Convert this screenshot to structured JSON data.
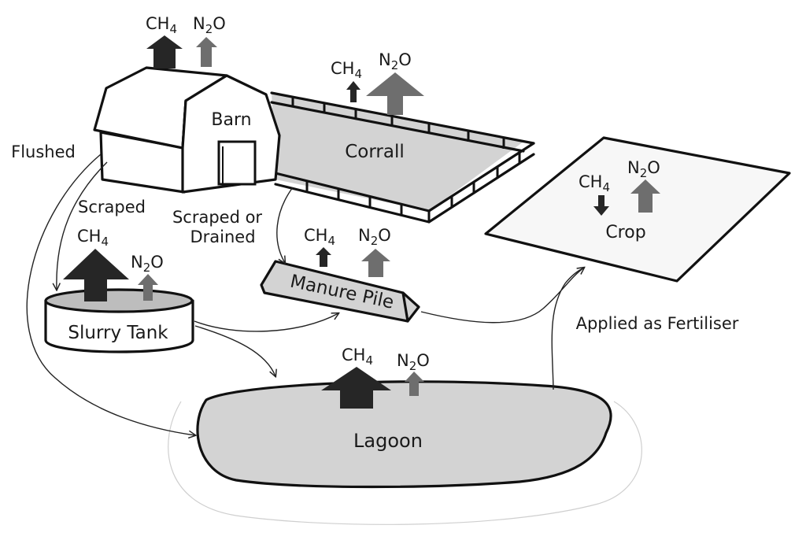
{
  "colors": {
    "ch4_arrow": "#262626",
    "n2o_arrow": "#6e6e6e",
    "surface_gray": "#d3d3d3",
    "outline": "#111111",
    "background": "#ffffff"
  },
  "gases": {
    "ch4": {
      "base": "CH",
      "sub": "4"
    },
    "n2o": {
      "base": "N",
      "sub": "2",
      "rest": "O"
    }
  },
  "nodes": {
    "barn": "Barn",
    "corral": "Corrall",
    "crop": "Crop",
    "slurry_tank": "Slurry Tank",
    "manure_pile": "Manure Pile",
    "lagoon": "Lagoon"
  },
  "flows": {
    "flushed": "Flushed",
    "scraped": "Scraped",
    "scraped_or_drained_line1": "Scraped or",
    "scraped_or_drained_line2": "Drained",
    "applied_as_fertiliser": "Applied as Fertiliser"
  },
  "emissions": [
    {
      "source": "barn",
      "ch4": "up",
      "n2o": "up"
    },
    {
      "source": "corral",
      "ch4": "up",
      "n2o": "up"
    },
    {
      "source": "crop",
      "ch4": "down",
      "n2o": "up"
    },
    {
      "source": "slurry_tank",
      "ch4": "up",
      "n2o": "up"
    },
    {
      "source": "manure_pile",
      "ch4": "up",
      "n2o": "up"
    },
    {
      "source": "lagoon",
      "ch4": "up",
      "n2o": "up"
    }
  ]
}
